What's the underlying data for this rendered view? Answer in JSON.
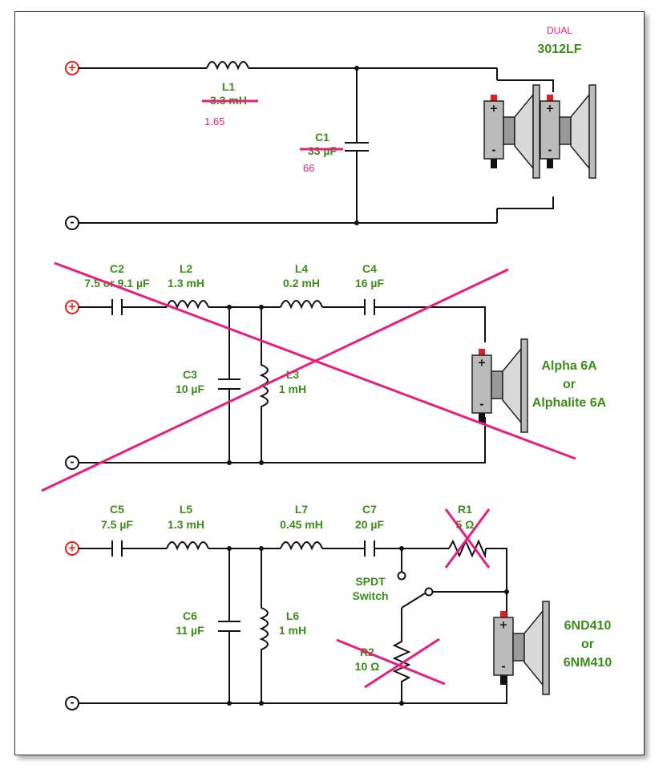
{
  "colors": {
    "label": "#3f8a1e",
    "annotation": "#e6207a",
    "wire": "#111111",
    "terminal_pos": "#e02020"
  },
  "circuit1": {
    "title_top": "DUAL",
    "title_bottom": "3012LF",
    "L1_name": "L1",
    "L1_value": "3.3 mH",
    "L1_note": "1.65",
    "C1_name": "C1",
    "C1_value": "33 µF",
    "C1_note": "66"
  },
  "circuit2": {
    "C2_name": "C2",
    "C2_value": "7.5 or 9.1 µF",
    "L2_name": "L2",
    "L2_value": "1.3 mH",
    "L4_name": "L4",
    "L4_value": "0.2 mH",
    "C4_name": "C4",
    "C4_value": "16 µF",
    "C3_name": "C3",
    "C3_value": "10 µF",
    "L3_name": "L3",
    "L3_value": "1 mH",
    "speaker_line1": "Alpha 6A",
    "speaker_line2": "or",
    "speaker_line3": "Alphalite 6A"
  },
  "circuit3": {
    "C5_name": "C5",
    "C5_value": "7.5 µF",
    "L5_name": "L5",
    "L5_value": "1.3 mH",
    "L7_name": "L7",
    "L7_value": "0.45 mH",
    "C7_name": "C7",
    "C7_value": "20 µF",
    "R1_name": "R1",
    "R1_value": "5 Ω",
    "switch_line1": "SPDT",
    "switch_line2": "Switch",
    "C6_name": "C6",
    "C6_value": "11 µF",
    "L6_name": "L6",
    "L6_value": "1 mH",
    "R2_name": "R2",
    "R2_value": "10 Ω",
    "speaker_line1": "6ND410",
    "speaker_line2": "or",
    "speaker_line3": "6NM410"
  },
  "terminals": {
    "positive": "+",
    "negative": "-"
  }
}
